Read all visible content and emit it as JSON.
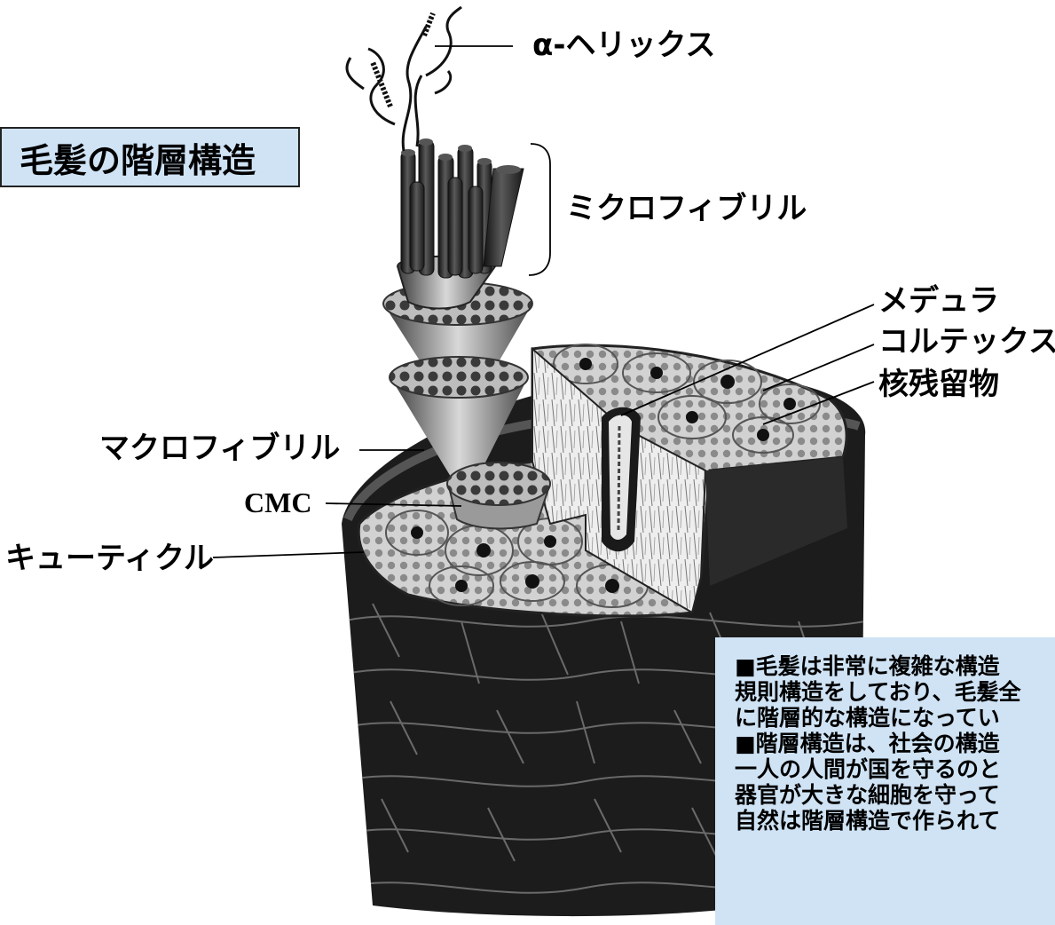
{
  "title": "毛髪の階層構造",
  "labels": {
    "alpha_helix": "α-ヘリックス",
    "microfibril": "ミクロフィブリル",
    "medulla": "メデュラ",
    "cortex": "コルテックス",
    "nuclear_remnant": "核残留物",
    "macrofibril": "マクロフィブリル",
    "cmc": "CMC",
    "cuticle": "キューティクル"
  },
  "description": {
    "lines": [
      "■毛髪は非常に複雑な構造",
      "規則構造をしており、毛髪全",
      "に階層的な構造になってい",
      "■階層構造は、社会の構造",
      "一人の人間が国を守るのと",
      "器官が大きな細胞を守って",
      "自然は階層構造で作られて"
    ]
  },
  "colors": {
    "box_fill": "#cfe3f5",
    "hair_dark": "#1c1c1c",
    "cortex_fill": "#cfcfcf"
  }
}
